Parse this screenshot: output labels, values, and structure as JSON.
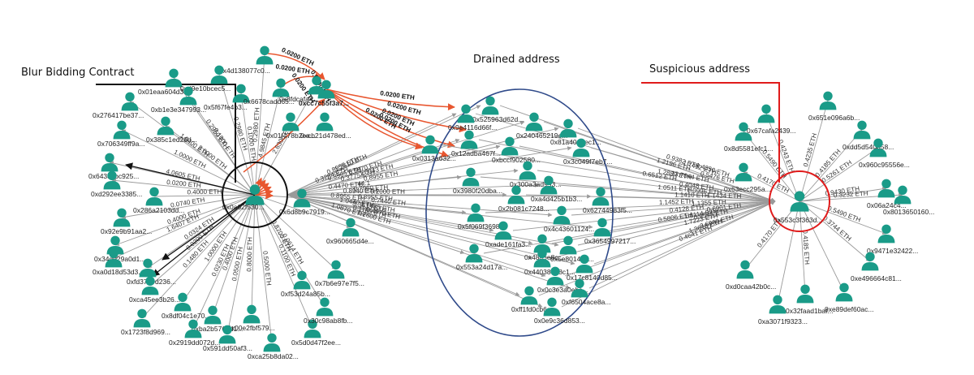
{
  "annotations": {
    "blur_bidding_contract": "Blur Bidding Contract",
    "drained_address": "Drained address",
    "suspicious_address": "Suspicious address"
  },
  "colors": {
    "node": "#1a9b88",
    "edge": "#9a9a9a",
    "red_edge": "#e8562f",
    "blur_circle": "#111111",
    "drained_ellipse": "#2f4a8a",
    "suspicious_circle": "#e01b1b",
    "callout_black": "#111111",
    "callout_red": "#e01b1b"
  },
  "icons": {
    "node": "user-icon"
  },
  "nodes": {
    "blur": "0x0a62f530...",
    "suspicious": "0x553c3f363d...",
    "left_cluster": [
      "0x4d138077c0...",
      "0x01eaa604d3...",
      "0xd9e10bcec5...",
      "0x276417be37...",
      "0xb1e3e347993...",
      "0x5f67fe4b3...",
      "0x6678cadd65...",
      "0x8fdcafa4...",
      "0x706349ff9a...",
      "0x385c1ed28d...",
      "0x643dcbc925...",
      "0xd292ee3385...",
      "0x286a2103dd...",
      "0x92e9b91aa2...",
      "0x34d929a0d1...",
      "0xa0d18d53d3...",
      "0xfd3719d236...",
      "0xca45ee3b26...",
      "0x8df04c1e70...",
      "0x1723f8d969...",
      "0xba2b5766d1...",
      "0x2919dd072d...",
      "0x00e2fbf579...",
      "0x591dd50af3...",
      "0xca25b8da02...",
      "0x5d0d47f2ee...",
      "0x30c98ab8fb...",
      "0xf53d24a85b...",
      "0x7b6e97e7f5...",
      "0x960665d4e...",
      "0x6d8b9c7919...",
      "0x01f478b2ea...",
      "0xcb21d478ed...",
      "0xcc7c55f3a7..."
    ],
    "drained": [
      "0x525963d62d...",
      "0x9e4116d66f...",
      "0x12adba467f...",
      "0x240465219e...",
      "0x81a4017ec1...",
      "0x0313a632...",
      "0xbccf902580...",
      "0x300a3ad993...",
      "0x3c049f7eb7...",
      "0x3980f20dba...",
      "0xa4d425b1b3...",
      "0x2b081c7248...",
      "0x62744983f5...",
      "0x5f069f3698...",
      "0x4c43601124...",
      "0xade161fa3...",
      "0x3654997217...",
      "0x48a5e8c...",
      "0x5e8014a4...",
      "0x553a24d17a...",
      "0x44038468c1...",
      "0x17c8140d85...",
      "0x0c3e3a0ebc...",
      "0xff1fd0cb6a...",
      "0xf6504ace8a...",
      "0x0e9c36d853..."
    ],
    "right_cluster": [
      "0x67cafa2439...",
      "0x651e096a6b...",
      "0x8d5581efc1...",
      "0xdd5d540d58...",
      "0x960c95556e...",
      "0x63ecc295a...",
      "0x06a24c4...",
      "0x8013650160...",
      "0x9471e32422...",
      "0xe496664c81...",
      "0xd0caa42b0c...",
      "0x32faad1baf...",
      "0xe89def60ac...",
      "0xa3071f9323..."
    ]
  },
  "edge_labels": {
    "red": [
      "0.0200 ETH",
      "0.0200 ETH",
      "0.0200 ETH",
      "0.0200 ETH",
      "0.0200 ETH",
      "0.0200 ETH",
      "0.0200 ETH",
      "0.0200 ETH",
      "0.0200 ETH"
    ],
    "left_spokes": [
      "0.2980 ETH",
      "0.2950 ETH",
      "0.2980 ETH",
      "1.0400 ETH",
      "0.1000 ETH",
      "0.1000 ETH",
      "4.9845 ETH",
      "2.6300 ETH",
      "1.0000 ETH",
      "3.0000 ETH",
      "4.0605 ETH",
      "0.0200 ETH",
      "0.4000 ETH",
      "0.0740 ETH",
      "0.4000 ETH",
      "1.6407 ETH",
      "0.0324 ETH",
      "0.0200 ETH",
      "1.0000 ETH",
      "0.1480 ETH",
      "0.4000 ETH",
      "0.0230 ETH",
      "0.8000 ETH",
      "0.0500 ETH",
      "0.5000 ETH",
      "0.1100 ETH",
      "0.0614 ETH",
      "0.8700 ETH"
    ],
    "middle": [
      "1.2610 ETH",
      "0.8955 ETH",
      "0.3965 ETH",
      "0.5970 ETH",
      "1.0043 ETH",
      "0.3284 ETH",
      "0.3775 ETH",
      "44.1",
      "0.8955 ETH",
      "0.4470 ETH",
      "0.7960 ETH",
      "0.8940 ETH",
      "0.2000 ETH",
      "0.8955 ETH",
      "0.8955 ETH",
      "1.0440 ETH",
      "0.7440 ETH",
      "0.3433 ETH",
      "1.1485 ETH",
      "1.0870 ETH",
      "0.1165 ETH",
      "0.4970 ETH",
      "1.2600 ETH"
    ],
    "right": [
      "0.9382 ETH",
      "1.2196 ETH",
      "1.2889 ETH",
      "1.7412 ETH",
      "1.4350 ETH",
      "0.6512 ETH",
      "13.7044 ETH",
      "0.4048 ETH",
      "0.5476 ETH",
      "1.0511 ETH",
      "1.0996 ETH",
      "1.1410 ETH",
      "1.1434 ETH",
      "1.1452 ETH",
      "1.1355 ETH",
      "0.4128 ETH",
      "0.6901 ETH",
      "1.8114 ETH",
      "0.9545 ETH",
      "0.5806 ETH",
      "1.7223 ETH",
      "0.6960 ETH",
      "1.3618 ETH",
      "0.4641 ETH"
    ],
    "outbound": [
      "0.4243 ETH",
      "0.4235 ETH",
      "0.5490 ETH",
      "0.4185 ETH",
      "0.5261 ETH",
      "0.4170 ETH",
      "0.9430 ETH",
      "0.3232 ETH",
      "0.5490 ETH",
      "0.3744 ETH",
      "0.4170 ETH",
      "0.4185 ETH"
    ]
  }
}
